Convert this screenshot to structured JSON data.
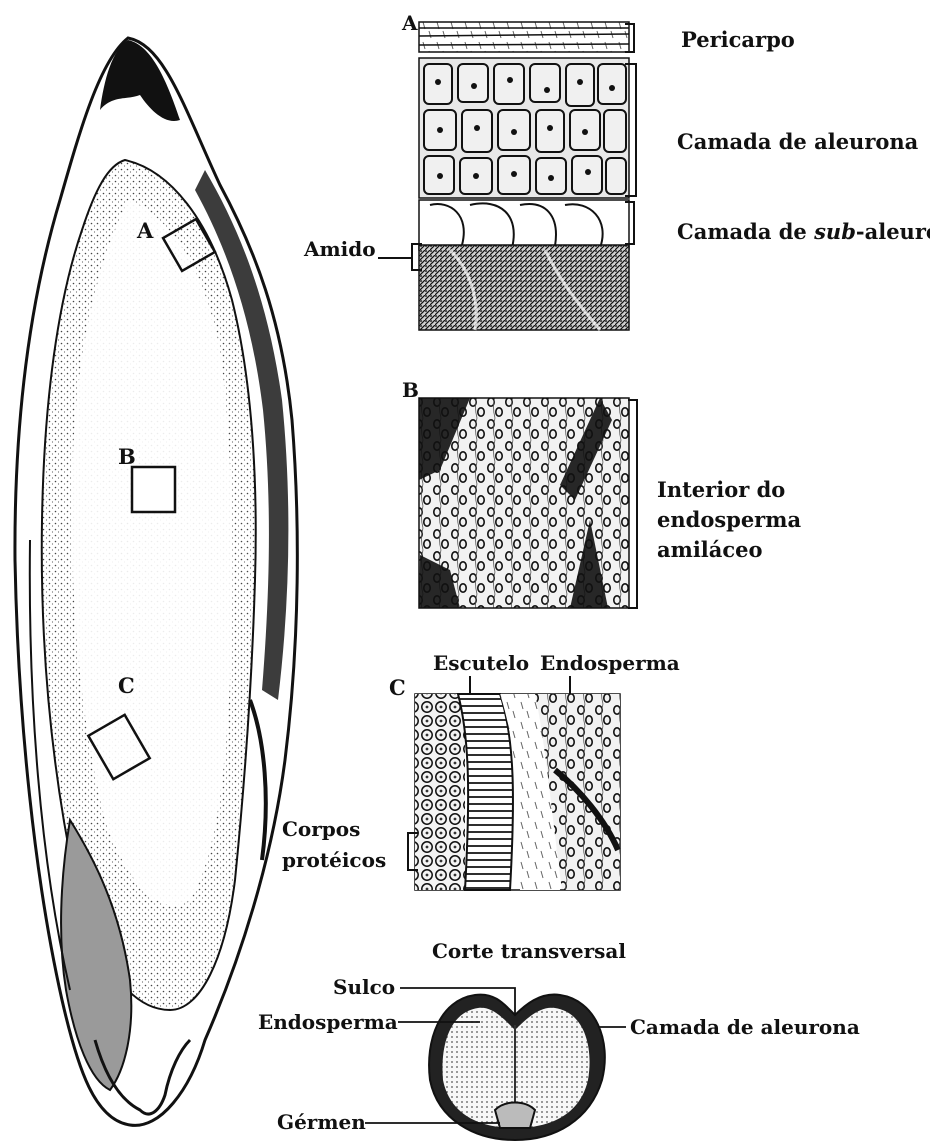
{
  "colors": {
    "ink": "#111111",
    "paper": "#ffffff",
    "tissue": "#e6e6e6"
  },
  "grain": {
    "letter_a": "A",
    "letter_b": "B",
    "letter_c": "C"
  },
  "panel_a": {
    "letter": "A",
    "pericarp": "Pericarpo",
    "aleurone_layer": "Camada de aleurona",
    "subaleurone_prefix": "Camada de ",
    "subaleurone_italic": "sub",
    "subaleurone_suffix": "-aleurona",
    "starch": "Amido"
  },
  "panel_b": {
    "letter": "B",
    "interior_line1": "Interior do",
    "interior_line2": "endosperma",
    "interior_line3": "amiláceo"
  },
  "panel_c": {
    "letter": "C",
    "scutellum": "Escutelo",
    "endosperm": "Endosperma",
    "protein_bodies_line1": "Corpos",
    "protein_bodies_line2": "protéicos"
  },
  "cross_section": {
    "title": "Corte transversal",
    "groove": "Sulco",
    "endosperm": "Endosperma",
    "aleurone_layer": "Camada de aleurona",
    "germ": "Gérmen"
  }
}
